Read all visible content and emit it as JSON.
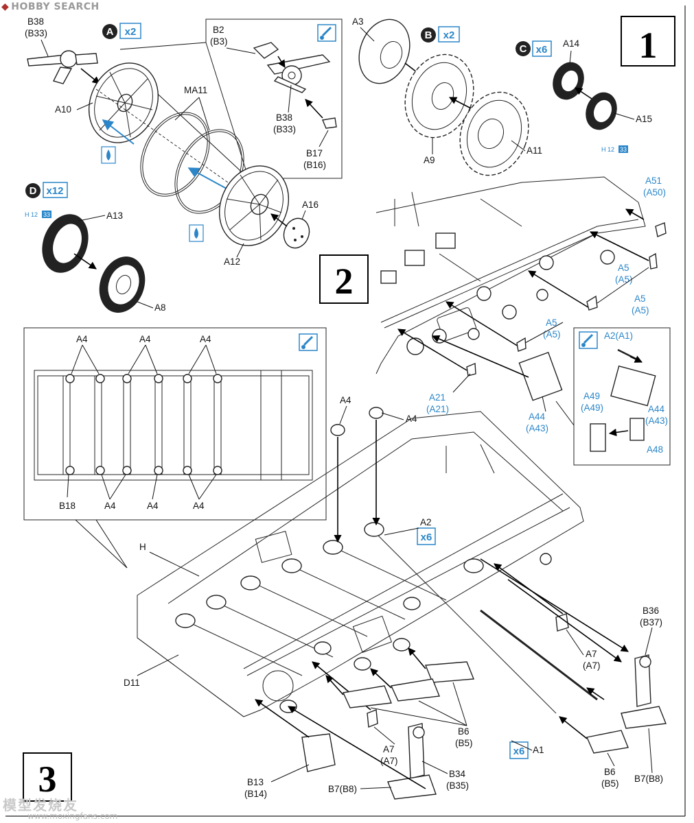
{
  "watermark_top": "HOBBY SEARCH",
  "watermark_bottom": "模型发烧友",
  "watermark_url": "www.moxingfans.com",
  "steps": [
    {
      "number": "1"
    },
    {
      "number": "2"
    },
    {
      "number": "3"
    }
  ],
  "groups": [
    {
      "letter": "A",
      "qty": "x2"
    },
    {
      "letter": "B",
      "qty": "x2"
    },
    {
      "letter": "C",
      "qty": "x6"
    },
    {
      "letter": "D",
      "qty": "x12"
    }
  ],
  "color_refs": [
    {
      "code": "H 12",
      "num": "33"
    },
    {
      "code": "H 12",
      "num": "33"
    }
  ],
  "quantities": {
    "a2": "x6",
    "a1": "x6"
  },
  "labels": {
    "step1": {
      "b38_a": "B38",
      "b33_a": "(B33)",
      "b2": "B2",
      "b3": "(B3)",
      "b38_b": "B38",
      "b33_b": "(B33)",
      "b17": "B17",
      "b16": "(B16)",
      "a10": "A10",
      "ma11": "MA11",
      "a12": "A12",
      "a16": "A16",
      "a3": "A3",
      "a9": "A9",
      "a11": "A11",
      "a14": "A14",
      "a15": "A15",
      "a13": "A13",
      "a8": "A8"
    },
    "step2": {
      "a51": "A51",
      "a50": "(A50)",
      "a5_1": "A5",
      "a5_1b": "(A5)",
      "a5_2": "A5",
      "a5_2b": "(A5)",
      "a5_3": "A5",
      "a5_3b": "(A5)",
      "a21": "A21",
      "a21b": "(A21)",
      "a44": "A44",
      "a43": "(A43)",
      "a2a1": "A2(A1)",
      "a49": "A49",
      "a49b": "(A49)",
      "a44b": "A44",
      "a43b": "(A43)",
      "a48": "A48"
    },
    "step3": {
      "a4_t1": "A4",
      "a4_t2": "A4",
      "a4_t3": "A4",
      "b18": "B18",
      "a4_b1": "A4",
      "a4_b2": "A4",
      "a4_b3": "A4",
      "a4_m1": "A4",
      "a4_m2": "A4",
      "a2": "A2",
      "h": "H",
      "d11": "D11",
      "b36": "B36",
      "b37": "(B37)",
      "a7_1": "A7",
      "a7_1b": "(A7)",
      "a7_2": "A7",
      "a7_2b": "(A7)",
      "b6_1": "B6",
      "b5_1": "(B5)",
      "b6_2": "B6",
      "b5_2": "(B5)",
      "a1": "A1",
      "b34": "B34",
      "b35": "(B35)",
      "b13": "B13",
      "b14": "(B14)",
      "b7_1": "B7(B8)",
      "b7_2": "B7(B8)"
    }
  }
}
